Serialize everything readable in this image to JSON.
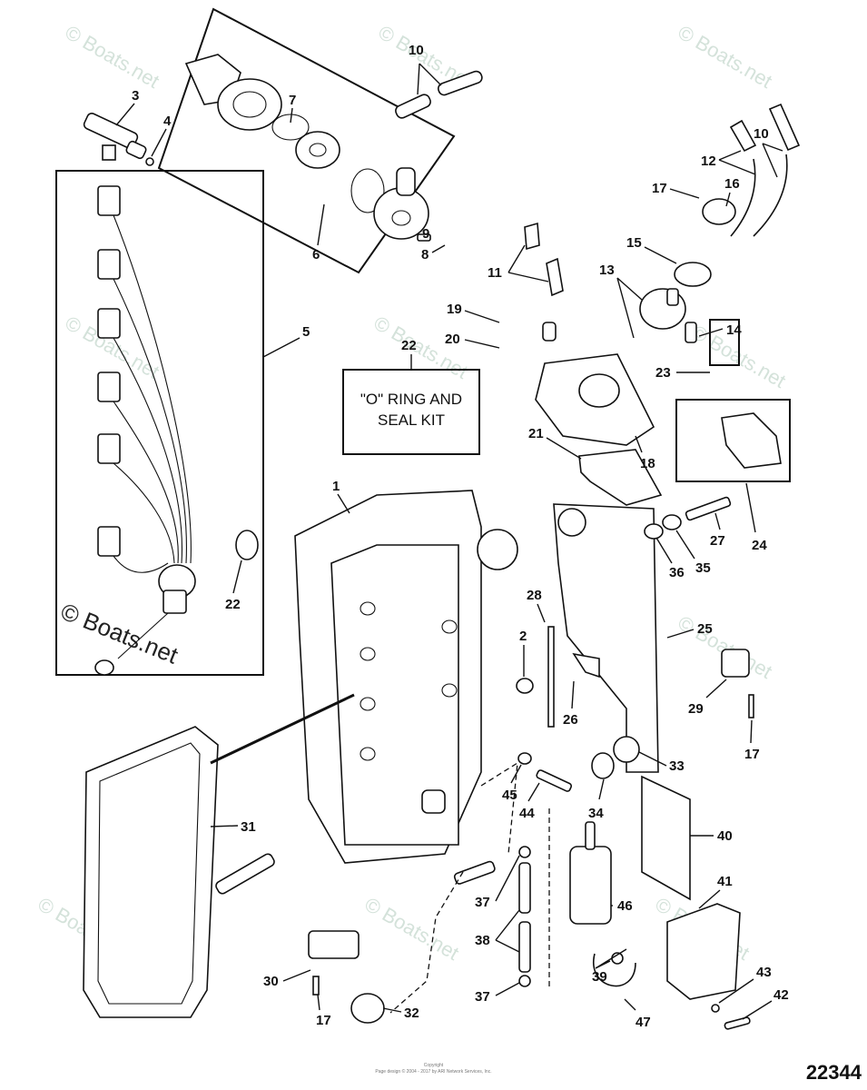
{
  "diagram": {
    "title": "Fuel / Vapor Separator and Injector Parts Diagram",
    "diagram_number": "22344",
    "copyright_line1": "Copyright",
    "copyright_line2": "Page design © 2004 - 2017 by ARI Network Services, Inc.",
    "watermark": "© Boats.net",
    "kit_box": {
      "callout": "22",
      "line1": "\"O\" RING AND",
      "line2": "SEAL KIT"
    },
    "callouts": [
      {
        "id": "c1",
        "label": "1"
      },
      {
        "id": "c2",
        "label": "2"
      },
      {
        "id": "c3",
        "label": "3"
      },
      {
        "id": "c4",
        "label": "4"
      },
      {
        "id": "c5",
        "label": "5"
      },
      {
        "id": "c6",
        "label": "6"
      },
      {
        "id": "c7",
        "label": "7"
      },
      {
        "id": "c8",
        "label": "8"
      },
      {
        "id": "c9",
        "label": "9"
      },
      {
        "id": "c10a",
        "label": "10"
      },
      {
        "id": "c10b",
        "label": "10"
      },
      {
        "id": "c11",
        "label": "11"
      },
      {
        "id": "c12",
        "label": "12"
      },
      {
        "id": "c13",
        "label": "13"
      },
      {
        "id": "c14",
        "label": "14"
      },
      {
        "id": "c15",
        "label": "15"
      },
      {
        "id": "c16",
        "label": "16"
      },
      {
        "id": "c17a",
        "label": "17"
      },
      {
        "id": "c17b",
        "label": "17"
      },
      {
        "id": "c17c",
        "label": "17"
      },
      {
        "id": "c18",
        "label": "18"
      },
      {
        "id": "c19",
        "label": "19"
      },
      {
        "id": "c20",
        "label": "20"
      },
      {
        "id": "c21",
        "label": "21"
      },
      {
        "id": "c22b",
        "label": "22"
      },
      {
        "id": "c23",
        "label": "23"
      },
      {
        "id": "c24",
        "label": "24"
      },
      {
        "id": "c25",
        "label": "25"
      },
      {
        "id": "c26",
        "label": "26"
      },
      {
        "id": "c27",
        "label": "27"
      },
      {
        "id": "c28",
        "label": "28"
      },
      {
        "id": "c29",
        "label": "29"
      },
      {
        "id": "c30",
        "label": "30"
      },
      {
        "id": "c31",
        "label": "31"
      },
      {
        "id": "c32",
        "label": "32"
      },
      {
        "id": "c33",
        "label": "33"
      },
      {
        "id": "c34",
        "label": "34"
      },
      {
        "id": "c35",
        "label": "35"
      },
      {
        "id": "c36",
        "label": "36"
      },
      {
        "id": "c37a",
        "label": "37"
      },
      {
        "id": "c37b",
        "label": "37"
      },
      {
        "id": "c38",
        "label": "38"
      },
      {
        "id": "c39",
        "label": "39"
      },
      {
        "id": "c40",
        "label": "40"
      },
      {
        "id": "c41",
        "label": "41"
      },
      {
        "id": "c42",
        "label": "42"
      },
      {
        "id": "c43",
        "label": "43"
      },
      {
        "id": "c44",
        "label": "44"
      },
      {
        "id": "c45",
        "label": "45"
      },
      {
        "id": "c46",
        "label": "46"
      },
      {
        "id": "c47",
        "label": "47"
      }
    ]
  }
}
